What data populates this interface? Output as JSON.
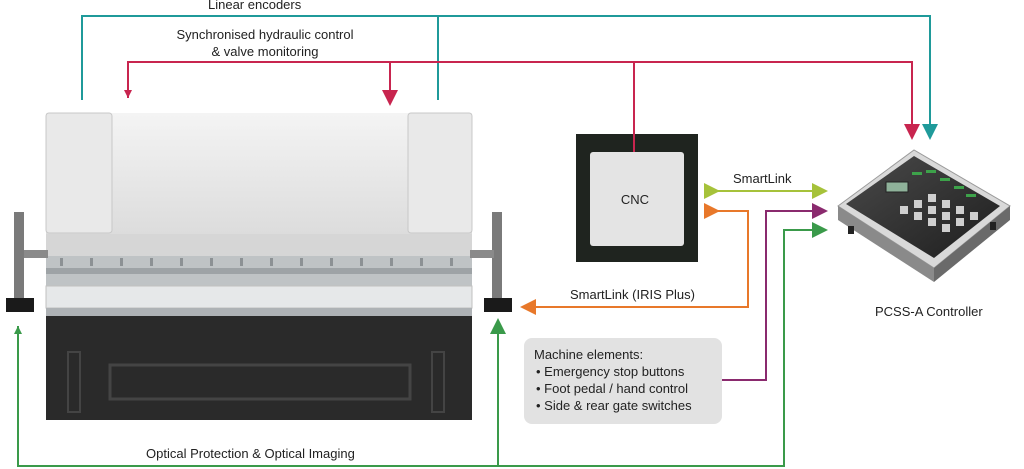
{
  "labels": {
    "linear_encoders": "Linear encoders",
    "hydraulic_line1": "Synchronised hydraulic control",
    "hydraulic_line2": "& valve monitoring",
    "smartlink": "SmartLink",
    "smartlink_iris": "SmartLink (IRIS Plus)",
    "optical": "Optical Protection & Optical Imaging",
    "controller": "PCSS-A Controller",
    "cnc": "CNC"
  },
  "machine_elements": {
    "title": "Machine elements:",
    "items": [
      "• Emergency stop buttons",
      "• Foot pedal / hand control",
      "• Side & rear gate switches"
    ]
  },
  "colors": {
    "encoder_line": "#1f9a9a",
    "hydraulic_line": "#c8254f",
    "smartlink_line": "#a6c23a",
    "iris_line": "#e8782a",
    "elements_line": "#8a2a6e",
    "optical_line": "#3a9a4a"
  }
}
